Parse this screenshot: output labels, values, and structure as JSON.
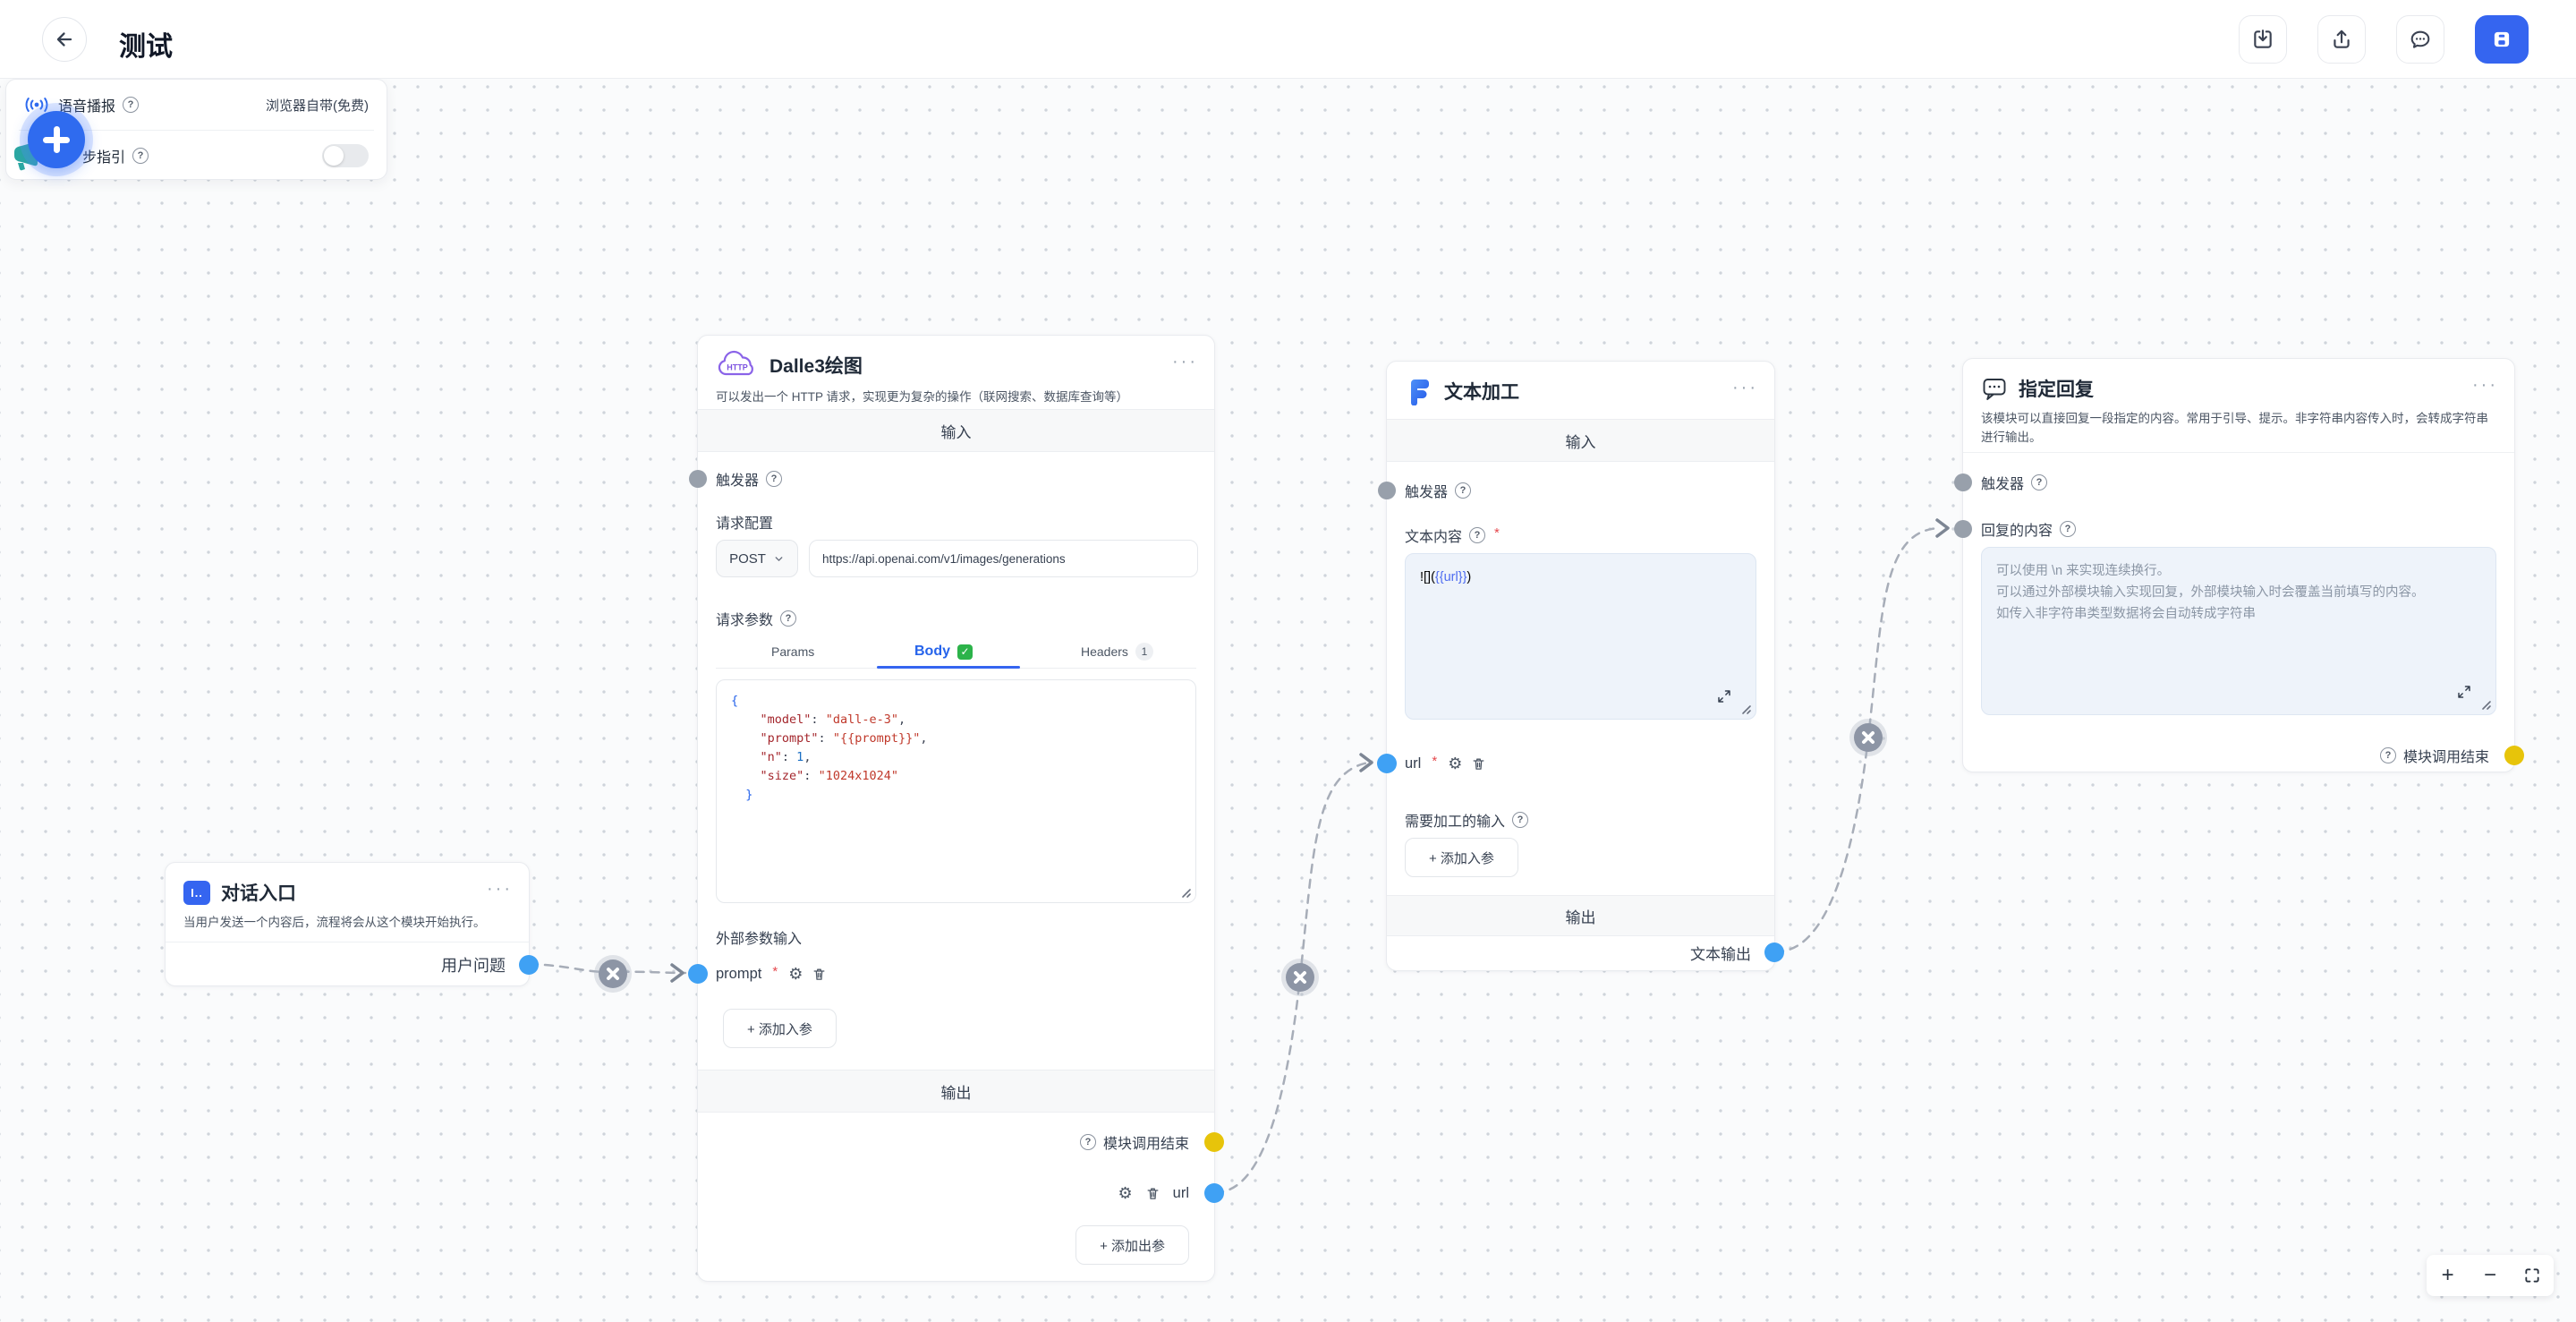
{
  "topbar": {
    "title": "测试"
  },
  "icons": {
    "more": "···",
    "help": "?",
    "gear": "⚙",
    "plus": "+",
    "minus": "−"
  },
  "settings_panel": {
    "voice_label": "语音播报",
    "voice_value": "浏览器自带(免费)",
    "guide_label": "步指引",
    "guide_toggle": "off"
  },
  "nodes": {
    "entry": {
      "icon": "I..",
      "title": "对话入口",
      "description": "当用户发送一个内容后，流程将会从这个模块开始执行。",
      "output_label": "用户问题"
    },
    "dalle": {
      "icon": "HTTP",
      "title": "Dalle3绘图",
      "description": "可以发出一个 HTTP 请求，实现更为复杂的操作（联网搜索、数据库查询等）",
      "input_header": "输入",
      "trigger_label": "触发器",
      "request_config_label": "请求配置",
      "method": "POST",
      "url": "https://api.openai.com/v1/images/generations",
      "request_params_label": "请求参数",
      "tab_params": "Params",
      "tab_body": "Body",
      "tab_body_check": "✓",
      "tab_headers": "Headers",
      "headers_count": "1",
      "code_lines": [
        [
          {
            "c": "brace",
            "t": "{"
          }
        ],
        [
          {
            "c": "sp",
            "t": "    "
          },
          {
            "c": "key",
            "t": "\"model\""
          },
          {
            "c": "pun",
            "t": ": "
          },
          {
            "c": "str",
            "t": "\"dall-e-3\""
          },
          {
            "c": "pun",
            "t": ","
          }
        ],
        [
          {
            "c": "sp",
            "t": "    "
          },
          {
            "c": "key",
            "t": "\"prompt\""
          },
          {
            "c": "pun",
            "t": ": "
          },
          {
            "c": "str",
            "t": "\"{{prompt}}\""
          },
          {
            "c": "pun",
            "t": ","
          }
        ],
        [
          {
            "c": "sp",
            "t": "    "
          },
          {
            "c": "key",
            "t": "\"n\""
          },
          {
            "c": "pun",
            "t": ": "
          },
          {
            "c": "num",
            "t": "1"
          },
          {
            "c": "pun",
            "t": ","
          }
        ],
        [
          {
            "c": "sp",
            "t": "    "
          },
          {
            "c": "key",
            "t": "\"size\""
          },
          {
            "c": "pun",
            "t": ": "
          },
          {
            "c": "str",
            "t": "\"1024x1024\""
          }
        ],
        [
          {
            "c": "sp",
            "t": "  "
          },
          {
            "c": "brace",
            "t": "}"
          }
        ]
      ],
      "external_params_label": "外部参数输入",
      "param_name": "prompt",
      "required_mark": "*",
      "add_input_button": "+  添加入参",
      "output_header": "输出",
      "module_end_label": "模块调用结束",
      "output_param": "url",
      "add_output_button": "+  添加出参"
    },
    "text_process": {
      "title": "文本加工",
      "input_header": "输入",
      "trigger_label": "触发器",
      "content_label": "文本内容",
      "required_mark": "*",
      "content_prefix": "![](",
      "content_var": "{{url}}",
      "content_suffix": ")",
      "input_param": "url",
      "process_input_label": "需要加工的输入",
      "add_input_button": "+  添加入参",
      "output_header": "输出",
      "output_label": "文本输出"
    },
    "reply": {
      "title": "指定回复",
      "description": "该模块可以直接回复一段指定的内容。常用于引导、提示。非字符串内容传入时，会转成字符串进行输出。",
      "trigger_label": "触发器",
      "content_label": "回复的内容",
      "placeholder": [
        "可以使用 \\n 来实现连续换行。",
        "可以通过外部模块输入实现回复，外部模块输入时会覆盖当前填写的内容。",
        "如传入非字符串类型数据将会自动转成字符串"
      ],
      "module_end_label": "模块调用结束"
    }
  },
  "colors": {
    "primary": "#3565f0",
    "port_blue": "#3fa1f4",
    "port_gray": "#98a0ab",
    "port_yellow": "#e7c40a",
    "wire": "#a7adb8",
    "http_icon_purple": "#7c52e0",
    "canvas_bg": "#fafbfc"
  }
}
